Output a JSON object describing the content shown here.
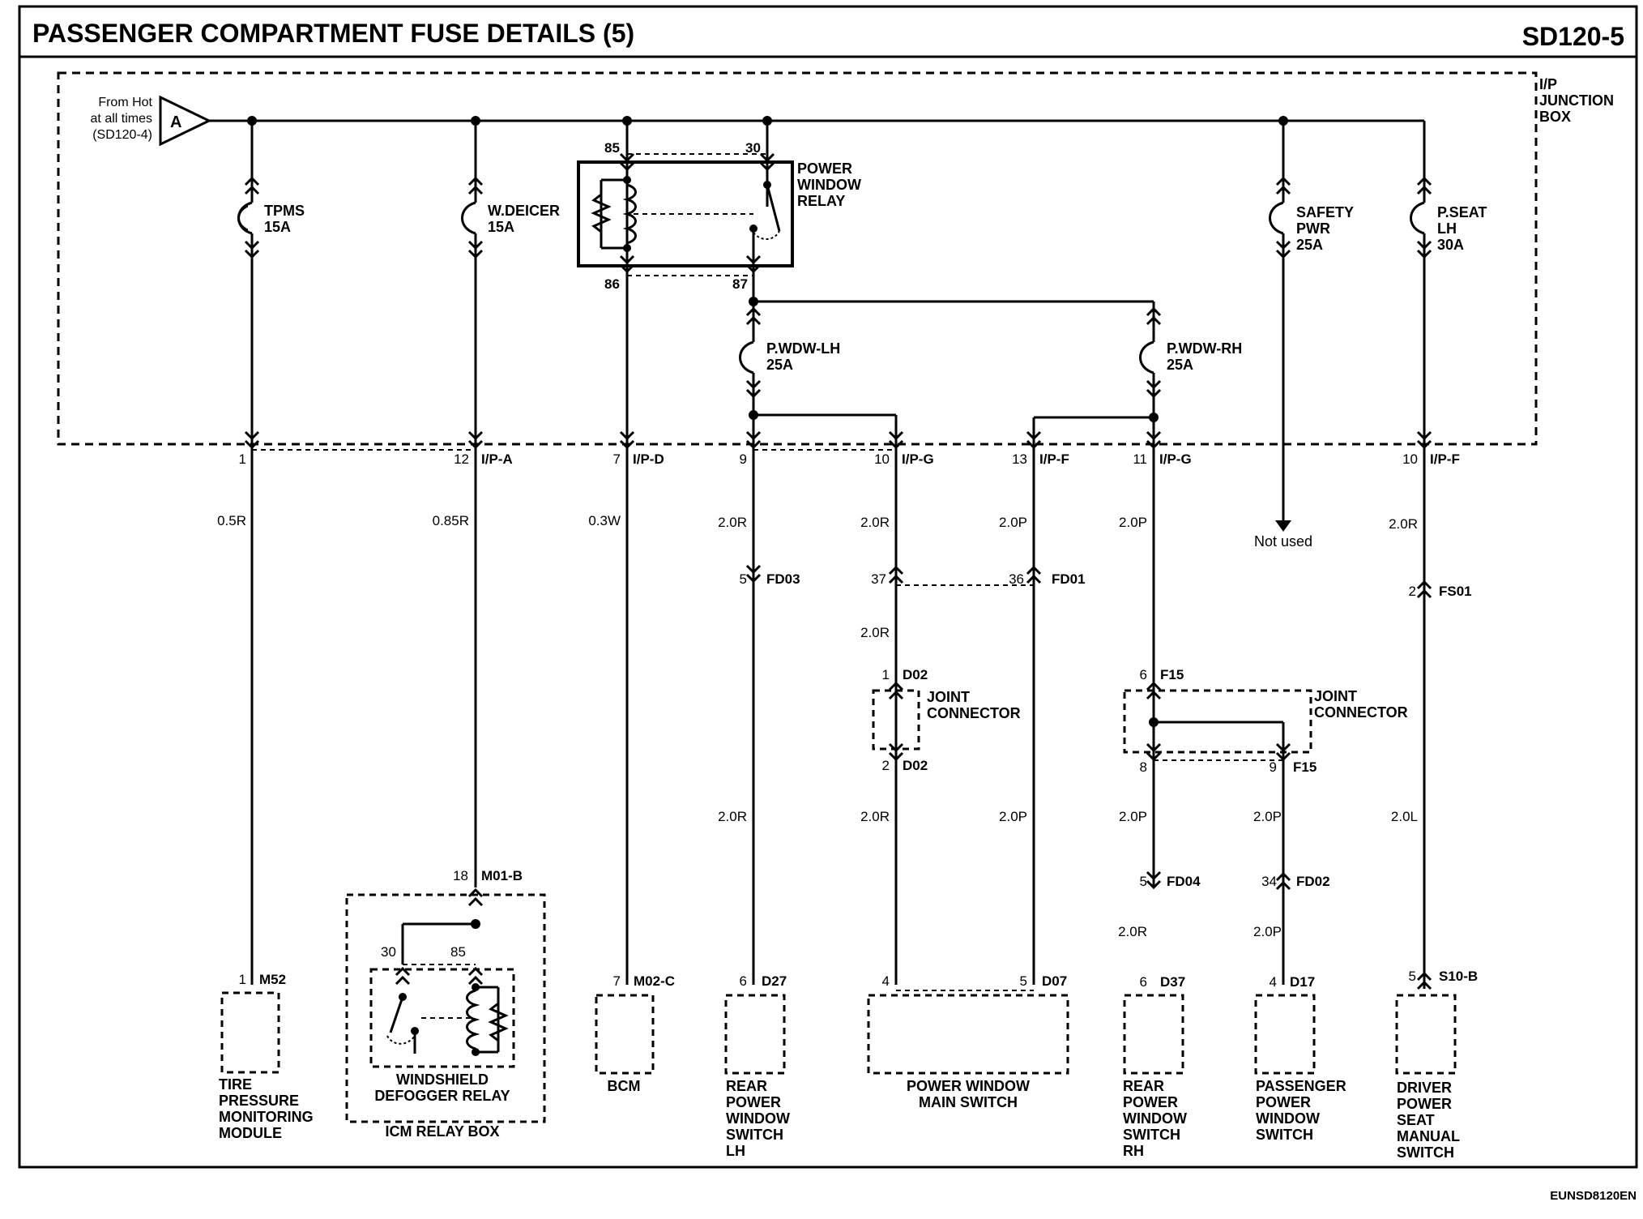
{
  "header": {
    "title": "PASSENGER COMPARTMENT FUSE DETAILS (5)",
    "code": "SD120-5"
  },
  "junction_box": {
    "label": [
      "I/P",
      "JUNCTION",
      "BOX"
    ]
  },
  "source": {
    "label": [
      "From Hot",
      "at all times",
      "(SD120-4)"
    ],
    "connector": "A"
  },
  "relay": {
    "label": [
      "POWER",
      "WINDOW",
      "RELAY"
    ],
    "pin85": "85",
    "pin30": "30",
    "pin86": "86",
    "pin87": "87"
  },
  "fuses": {
    "tpms": [
      "TPMS",
      "15A"
    ],
    "wdeicer": [
      "W.DEICER",
      "15A"
    ],
    "pwdwlh": [
      "P.WDW-LH",
      "25A"
    ],
    "pwdwrh": [
      "P.WDW-RH",
      "25A"
    ],
    "safety": [
      "SAFETY",
      "PWR",
      "25A"
    ],
    "pseat": [
      "P.SEAT",
      "LH",
      "30A"
    ]
  },
  "pins": {
    "p1": "1",
    "p12": "12",
    "ipa": "I/P-A",
    "p7": "7",
    "ipd": "I/P-D",
    "p9": "9",
    "p10": "10",
    "ipg": "I/P-G",
    "p13": "13",
    "ipf": "I/P-F",
    "p11": "11",
    "ipg2": "I/P-G",
    "p10b": "10",
    "ipf2": "I/P-F"
  },
  "wires": {
    "w1": "0.5R",
    "w2": "0.85R",
    "w3": "0.3W",
    "w4": "2.0R",
    "w5": "2.0R",
    "w6": "2.0P",
    "w7": "2.0P",
    "w8": "2.0R",
    "w9": "2.0R",
    "w10": "2.0R",
    "w11": "2.0R",
    "w12": "2.0P",
    "w13": "2.0P",
    "w14": "2.0P",
    "w15": "2.0L",
    "w16": "2.0R",
    "w17": "2.0P"
  },
  "connectors": {
    "fd03_pin": "5",
    "fd03": "FD03",
    "c37": "37",
    "c36": "36",
    "fd01": "FD01",
    "fs01_pin": "2",
    "fs01": "FS01",
    "d02a_pin": "1",
    "d02a": "D02",
    "d02b_pin": "2",
    "d02b": "D02",
    "f15a_pin": "6",
    "f15a": "F15",
    "f15b_pin": "8",
    "f15c_pin": "9",
    "f15c": "F15",
    "fd04_pin": "5",
    "fd04": "FD04",
    "fd02_pin": "34",
    "fd02": "FD02",
    "m01b_pin": "18",
    "m01b": "M01-B",
    "r30": "30",
    "r85": "85"
  },
  "joint": {
    "label": [
      "JOINT",
      "CONNECTOR"
    ]
  },
  "not_used": "Not used",
  "components": {
    "tpms_mod": {
      "pin": "1",
      "conn": "M52",
      "label": [
        "TIRE",
        "PRESSURE",
        "MONITORING",
        "MODULE"
      ]
    },
    "defog": {
      "label": [
        "WINDSHIELD",
        "DEFOGGER RELAY"
      ]
    },
    "icm": {
      "label": "ICM RELAY BOX"
    },
    "bcm": {
      "pin": "7",
      "conn": "M02-C",
      "label": [
        "BCM"
      ]
    },
    "rear_lh": {
      "pin": "6",
      "conn": "D27",
      "label": [
        "REAR",
        "POWER",
        "WINDOW",
        "SWITCH",
        "LH"
      ]
    },
    "main_sw": {
      "pin4": "4",
      "pin5": "5",
      "conn": "D07",
      "label": [
        "POWER WINDOW",
        "MAIN SWITCH"
      ]
    },
    "rear_rh": {
      "pin": "6",
      "conn": "D37",
      "label": [
        "REAR",
        "POWER",
        "WINDOW",
        "SWITCH",
        "RH"
      ]
    },
    "pass_sw": {
      "pin": "4",
      "conn": "D17",
      "label": [
        "PASSENGER",
        "POWER",
        "WINDOW",
        "SWITCH"
      ]
    },
    "seat_sw": {
      "pin": "5",
      "conn": "S10-B",
      "label": [
        "DRIVER",
        "POWER",
        "SEAT",
        "MANUAL",
        "SWITCH"
      ]
    }
  },
  "footer": {
    "code": "EUNSD8120EN"
  }
}
